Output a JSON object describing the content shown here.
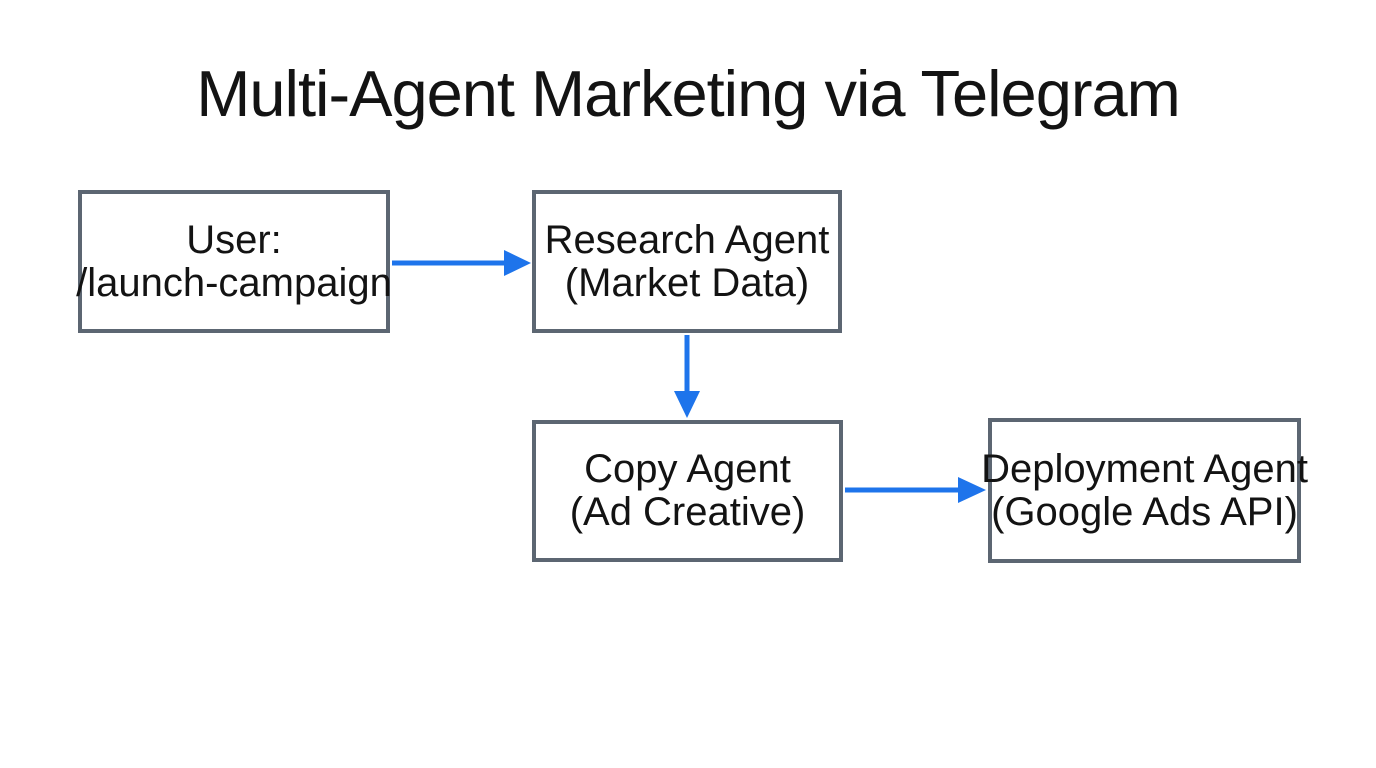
{
  "title": "Multi-Agent Marketing via Telegram",
  "colors": {
    "background": "#FFFFFF",
    "fill": "#FFFFFF",
    "border": "#5C6672",
    "text": "#131313",
    "arrow": "#1E74EB"
  },
  "nodes": {
    "user": {
      "line1": "User:",
      "line2": "/launch-campaign"
    },
    "research": {
      "line1": "Research Agent",
      "line2": "(Market Data)"
    },
    "copy": {
      "line1": "Copy Agent",
      "line2": "(Ad Creative)"
    },
    "deployment": {
      "line1": "Deployment Agent",
      "line2": "(Google Ads API)"
    }
  },
  "edges": [
    {
      "from": "user",
      "to": "research",
      "direction": "right"
    },
    {
      "from": "research",
      "to": "copy",
      "direction": "down"
    },
    {
      "from": "copy",
      "to": "deployment",
      "direction": "right"
    }
  ]
}
